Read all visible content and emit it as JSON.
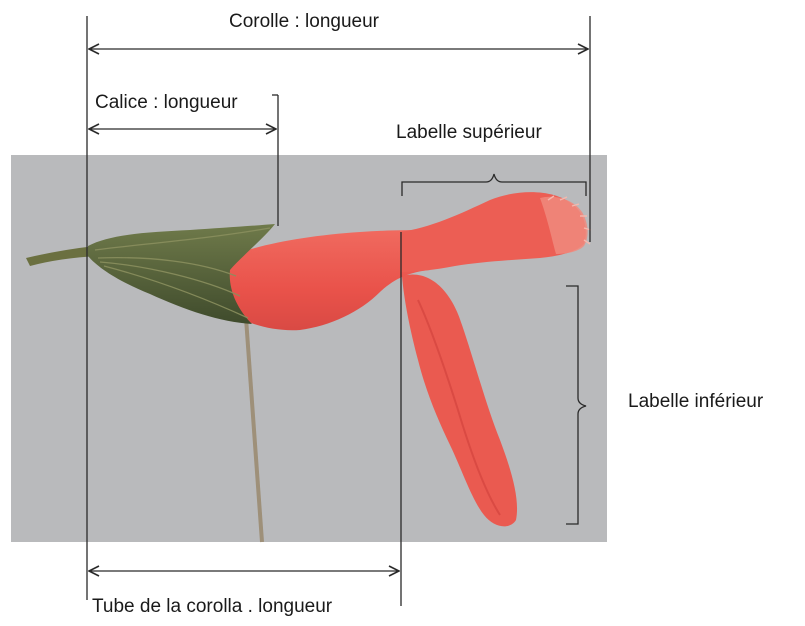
{
  "labels": {
    "corolla_length": "Corolle : longueur",
    "calyx_length": "Calice : longueur",
    "upper_lip": "Labelle supérieur",
    "lower_lip": "Labelle inférieur",
    "tube_length": "Tube de la corolla . longueur"
  },
  "colors": {
    "photo_background": "#b9babc",
    "petal": "#ec5a50",
    "petal_shade": "#cf3f3b",
    "calyx": "#5d6a3e",
    "stem": "#9e9079",
    "annotation_line": "#2a2a2a"
  }
}
